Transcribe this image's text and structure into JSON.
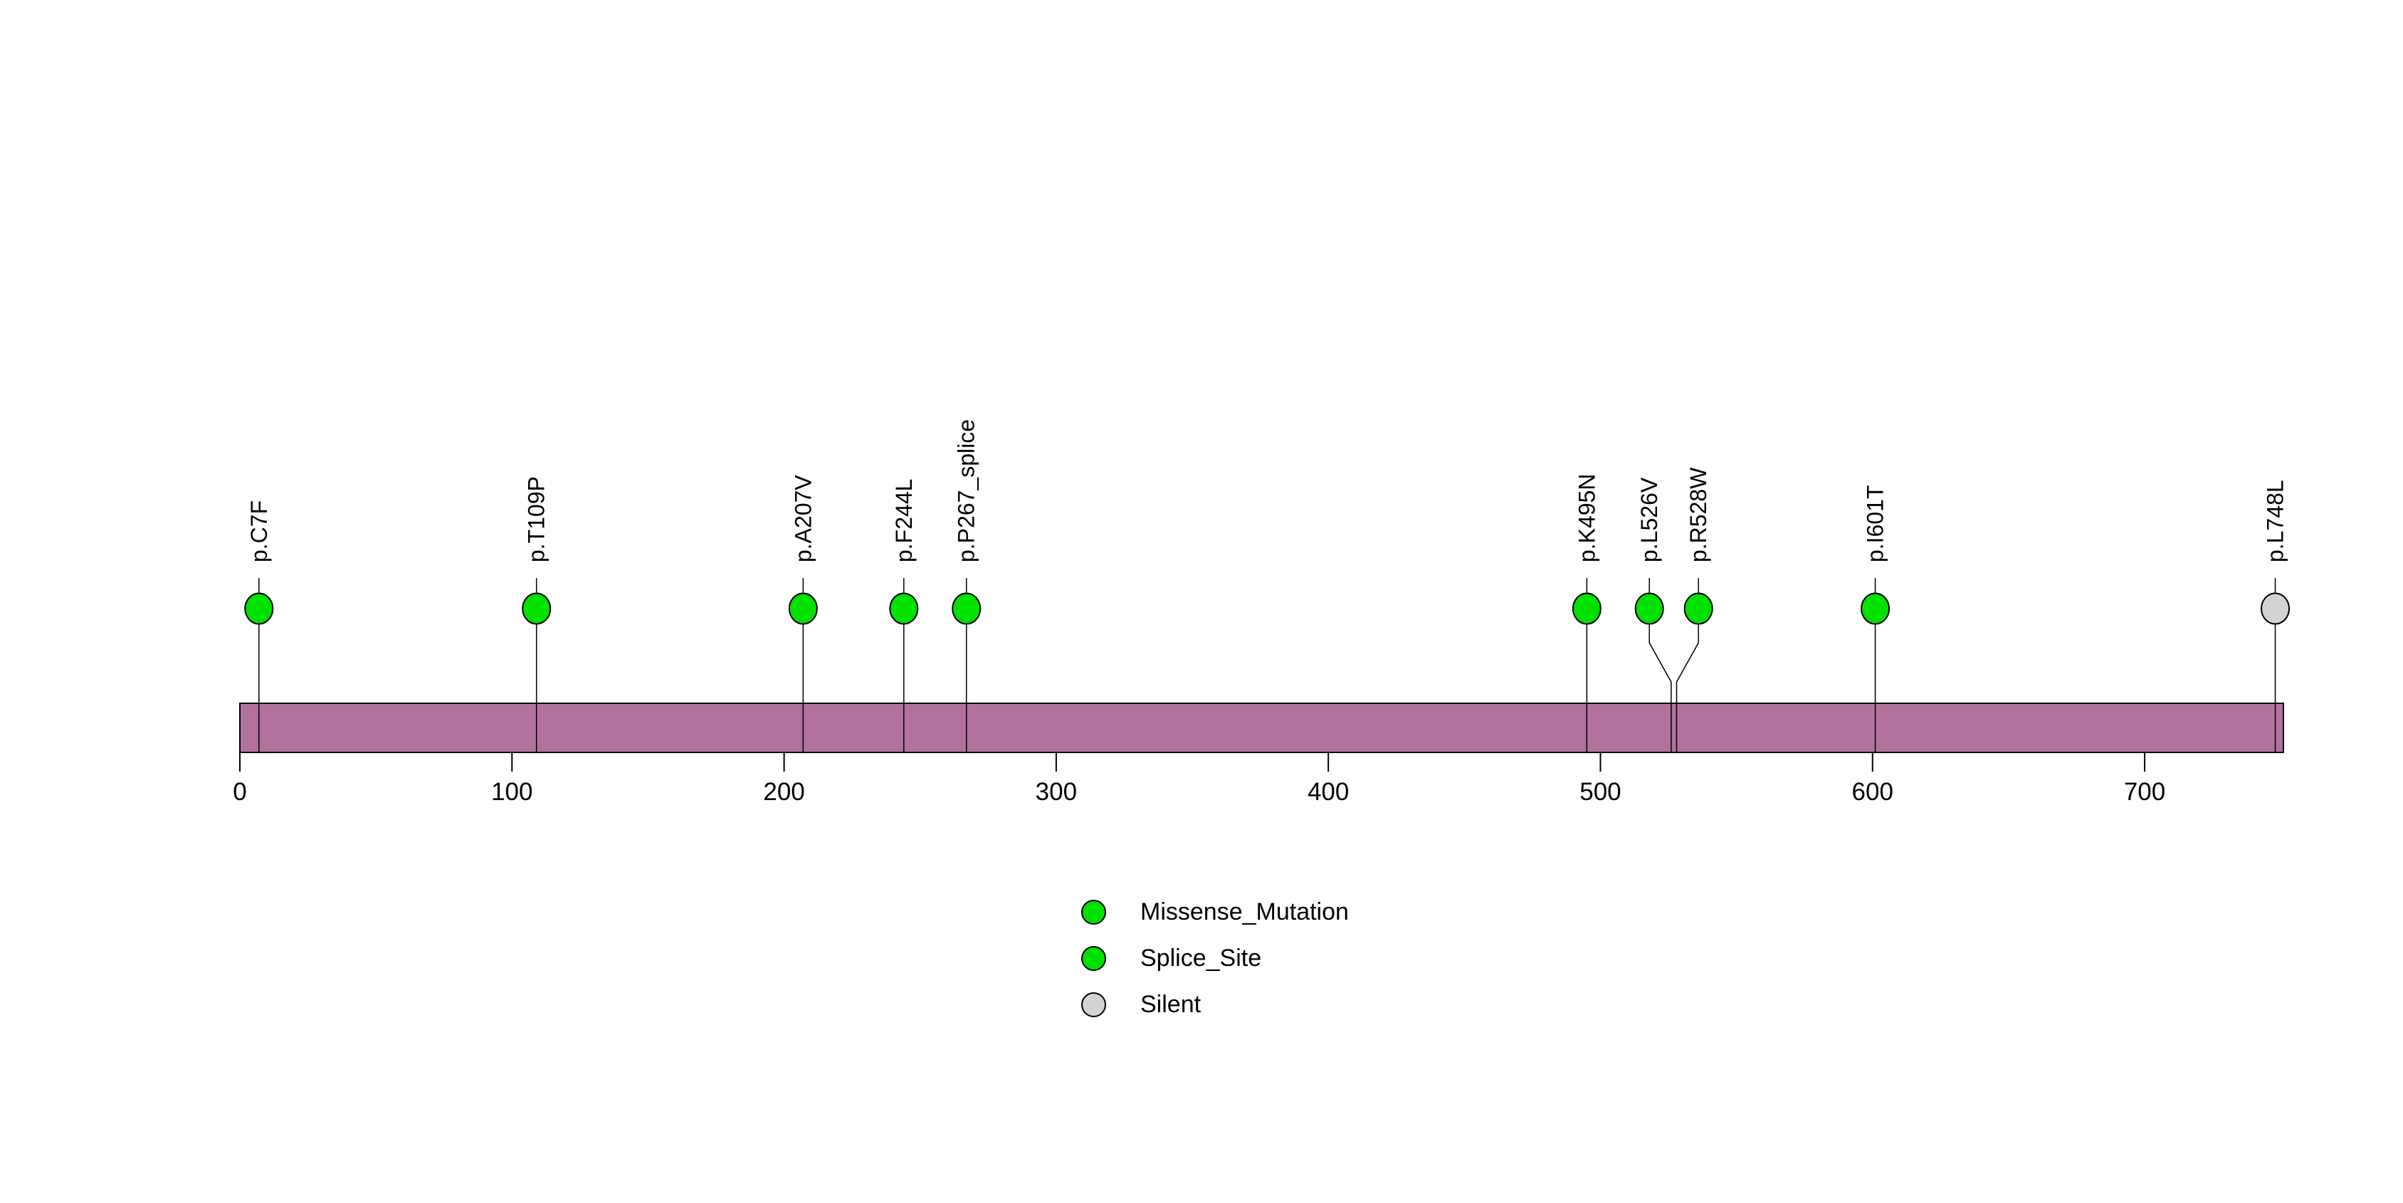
{
  "chart_data": {
    "type": "lollipop",
    "title": "",
    "xlabel": "",
    "ylabel": "",
    "protein_length": 751,
    "xlim": [
      0,
      751
    ],
    "x_ticks": [
      0,
      100,
      200,
      300,
      400,
      500,
      600,
      700
    ],
    "grid": false,
    "mutations": [
      {
        "label": "p.C7F",
        "pos": 7,
        "type": "Missense_Mutation"
      },
      {
        "label": "p.T109P",
        "pos": 109,
        "type": "Missense_Mutation"
      },
      {
        "label": "p.A207V",
        "pos": 207,
        "type": "Missense_Mutation"
      },
      {
        "label": "p.F244L",
        "pos": 244,
        "type": "Missense_Mutation"
      },
      {
        "label": "p.P267_splice",
        "pos": 267,
        "type": "Splice_Site"
      },
      {
        "label": "p.K495N",
        "pos": 495,
        "type": "Missense_Mutation"
      },
      {
        "label": "p.L526V",
        "pos": 526,
        "type": "Missense_Mutation"
      },
      {
        "label": "p.R528W",
        "pos": 528,
        "type": "Missense_Mutation"
      },
      {
        "label": "p.I601T",
        "pos": 601,
        "type": "Missense_Mutation"
      },
      {
        "label": "p.L748L",
        "pos": 748,
        "type": "Silent"
      }
    ],
    "mutation_type_colors": {
      "Missense_Mutation": "#00E100",
      "Splice_Site": "#00E100",
      "Silent": "#D3D3D3"
    },
    "legend": {
      "position": "bottom-center",
      "items": [
        {
          "label": "Missense_Mutation",
          "color": "#00E100"
        },
        {
          "label": "Splice_Site",
          "color": "#00E100"
        },
        {
          "label": "Silent",
          "color": "#D3D3D3"
        }
      ]
    },
    "colors": {
      "backbone": "#B1739E",
      "outline": "#000000",
      "stick": "#000000",
      "text": "#000000",
      "background": "#FFFFFF"
    }
  }
}
